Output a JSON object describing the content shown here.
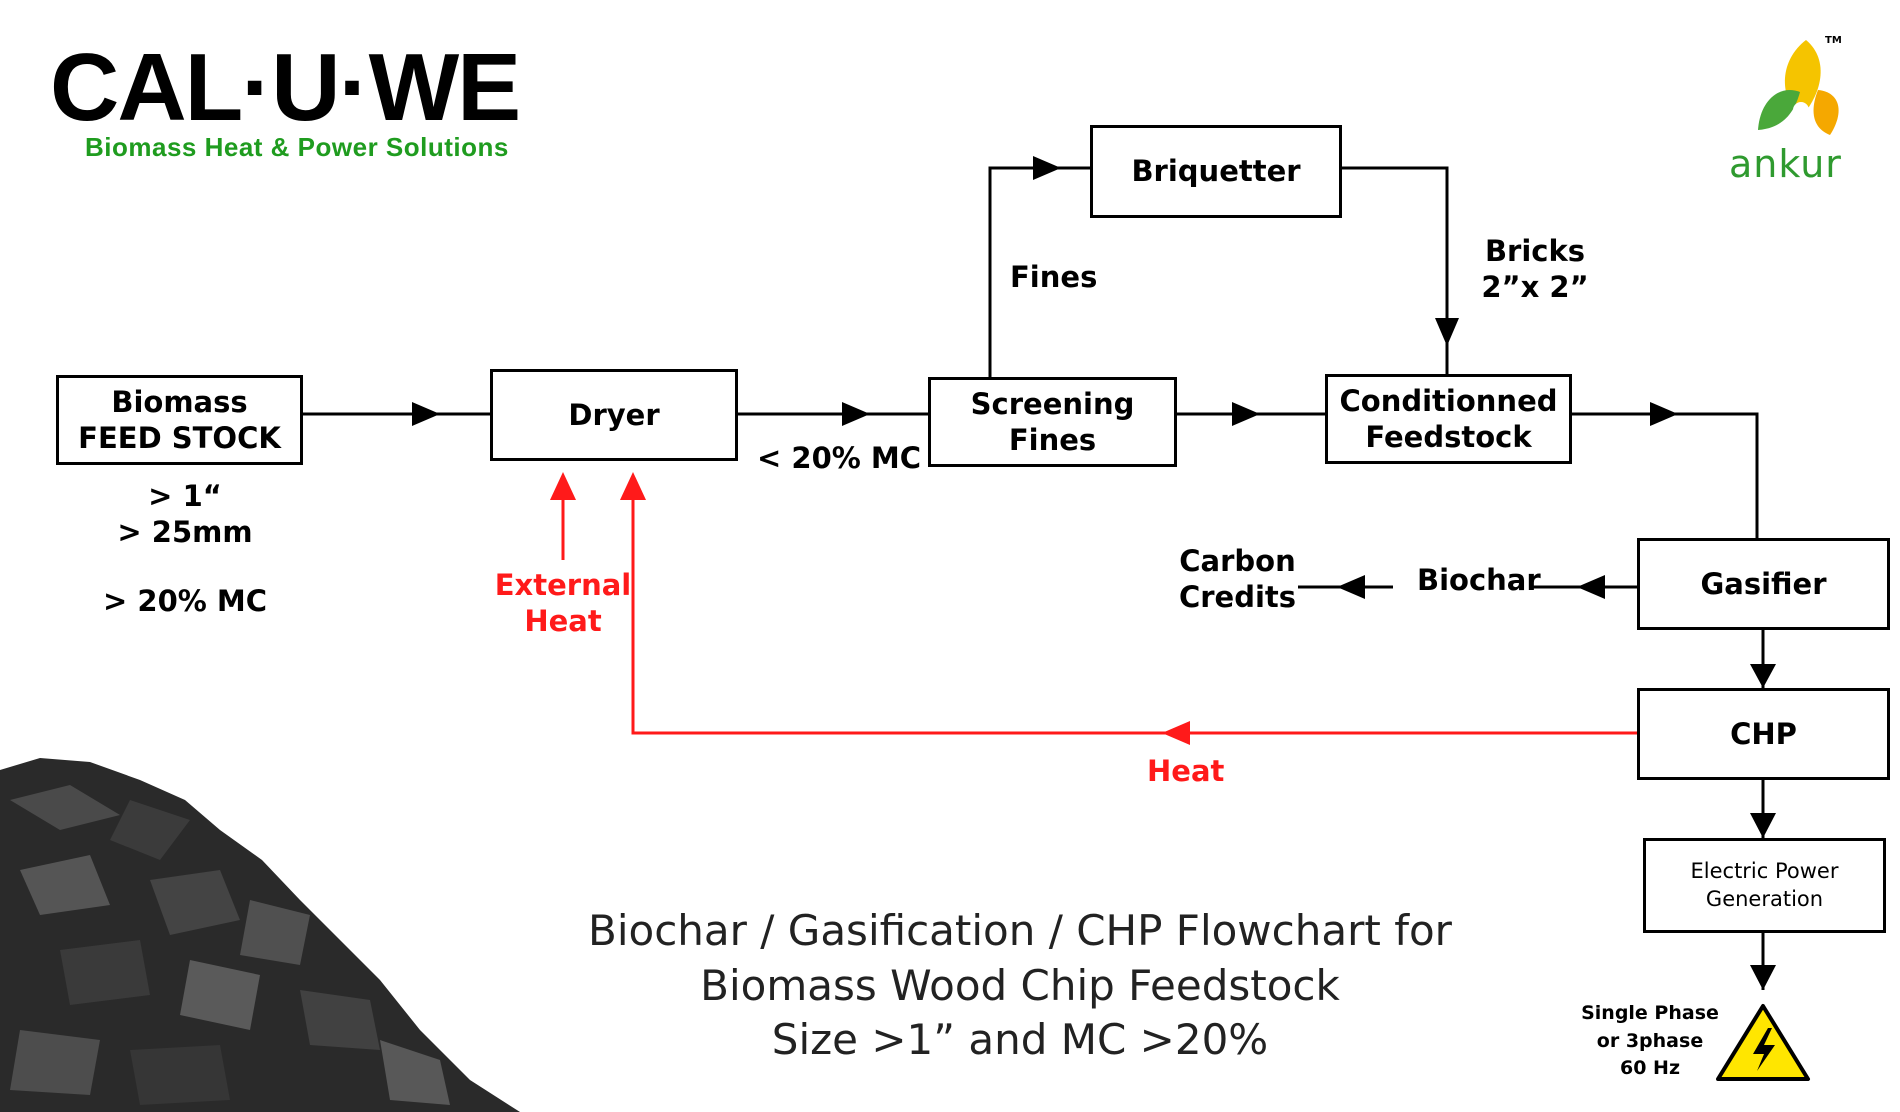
{
  "logo": {
    "brand": "CAL·U·WE",
    "tagline": "Biomass Heat & Power Solutions",
    "partner": "ankur",
    "partner_mark": "TM"
  },
  "nodes": {
    "feedstock": {
      "line1": "Biomass",
      "line2": "FEED STOCK"
    },
    "dryer": {
      "label": "Dryer"
    },
    "screening": {
      "line1": "Screening",
      "line2": "Fines"
    },
    "briquetter": {
      "label": "Briquetter"
    },
    "conditioned": {
      "line1": "Conditionned",
      "line2": "Feedstock"
    },
    "gasifier": {
      "label": "Gasifier"
    },
    "chp": {
      "label": "CHP"
    },
    "electric": {
      "line1": "Electric Power",
      "line2": "Generation"
    }
  },
  "labels": {
    "size_in": "> 1“",
    "size_mm": "> 25mm",
    "mc_high": "> 20% MC",
    "mc_low": "< 20% MC",
    "fines": "Fines",
    "bricks_line1": "Bricks",
    "bricks_line2": "2”x 2”",
    "biochar": "Biochar",
    "carbon_line1": "Carbon",
    "carbon_line2": "Credits",
    "external_line1": "External",
    "external_line2": "Heat",
    "heat": "Heat"
  },
  "power_note": {
    "line1": "Single Phase",
    "line2": "or 3phase",
    "line3": "60 Hz"
  },
  "title": {
    "line1": "Biochar / Gasification / CHP Flowchart for",
    "line2": "Biomass Wood Chip Feedstock",
    "line3": "Size >1” and MC >20%"
  },
  "colors": {
    "flow": "#000000",
    "heat": "#ff1a1a",
    "brand_green": "#1f9c1f",
    "ankur_yellow": "#f5c400",
    "ankur_green": "#4aa83a",
    "warning_yellow": "#ffe600"
  },
  "icons": [
    "high-voltage-warning-icon",
    "ankur-leaf-logo-icon",
    "biochar-pile-image"
  ]
}
